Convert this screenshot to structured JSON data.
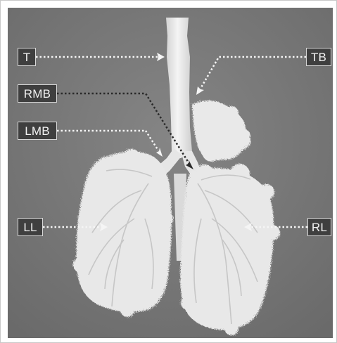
{
  "labels": {
    "T": "T",
    "RMB": "RMB",
    "LMB": "LMB",
    "LL": "LL",
    "TB": "TB",
    "RL": "RL"
  },
  "colors": {
    "background": "#777777",
    "cast": "#ebebeb",
    "label_fill": "#3f3f3f",
    "label_text": "#f2f2f2",
    "pointer": "#f5f5f5",
    "pointer_dark": "#2a2a2a"
  }
}
